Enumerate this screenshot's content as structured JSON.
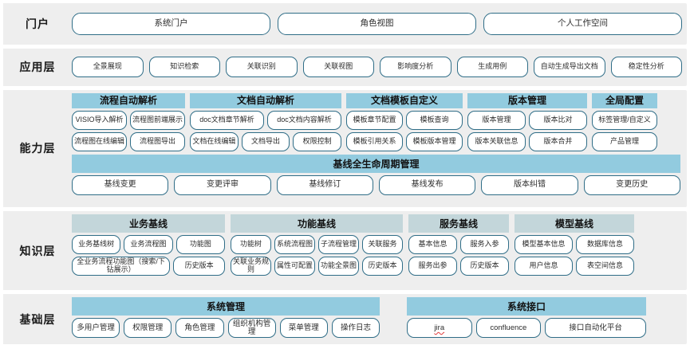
{
  "colors": {
    "band_strong": "#92cbdf",
    "band_soft": "#c3d6da",
    "pill_border": "#2f6d87",
    "layer_bg": "#eeeeee",
    "page_bg": "#ffffff"
  },
  "layers": [
    {
      "id": "portal",
      "label": "门户",
      "items": [
        "系统门户",
        "角色视图",
        "个人工作空间"
      ]
    },
    {
      "id": "application",
      "label": "应用层",
      "items": [
        "全景展现",
        "知识检索",
        "关联识别",
        "关联视图",
        "影响度分析",
        "生成用例",
        "自动生成导出文档",
        "稳定性分析"
      ]
    },
    {
      "id": "capability",
      "label": "能力层",
      "groups": [
        {
          "title": "流程自动解析",
          "rows": [
            [
              "VISIO导入解析",
              "流程图前端展示"
            ],
            [
              "流程图在线编辑",
              "流程图导出"
            ]
          ]
        },
        {
          "title": "文档自动解析",
          "rows": [
            [
              "doc文档章节解析",
              "doc文档内容解析"
            ],
            [
              "文档在线编辑",
              "文档导出",
              "权限控制"
            ]
          ]
        },
        {
          "title": "文档模板自定义",
          "rows": [
            [
              "模板章节配置",
              "模板查询"
            ],
            [
              "模板引用关系",
              "模板版本管理"
            ]
          ]
        },
        {
          "title": "版本管理",
          "rows": [
            [
              "版本管理",
              "版本比对"
            ],
            [
              "版本关联信息",
              "版本合并"
            ]
          ]
        },
        {
          "title": "全局配置",
          "rows": [
            [
              "标签管理/自定义"
            ],
            [
              "产品管理"
            ]
          ]
        }
      ],
      "baseline": {
        "title": "基线全生命周期管理",
        "items": [
          "基线变更",
          "变更评审",
          "基线修订",
          "基线发布",
          "版本纠错",
          "变更历史"
        ]
      }
    },
    {
      "id": "knowledge",
      "label": "知识层",
      "groups": [
        {
          "title": "业务基线",
          "rows": [
            [
              "业务基线树",
              "业务流程图",
              "功能图"
            ],
            [
              "全业务流程功能图（搜索/下钻展示）",
              "历史版本"
            ]
          ]
        },
        {
          "title": "功能基线",
          "rows": [
            [
              "功能树",
              "系统流程图",
              "子流程管理",
              "关联服务"
            ],
            [
              "关联业务规则",
              "属性可配置",
              "功能全景图",
              "历史版本"
            ]
          ]
        },
        {
          "title": "服务基线",
          "rows": [
            [
              "基本信息",
              "服务入参"
            ],
            [
              "服务出参",
              "历史版本"
            ]
          ]
        },
        {
          "title": "模型基线",
          "rows": [
            [
              "模型基本信息",
              "数据库信息"
            ],
            [
              "用户信息",
              "表空间信息"
            ]
          ]
        }
      ]
    },
    {
      "id": "foundation",
      "label": "基础层",
      "groups": [
        {
          "title": "系统管理",
          "rows": [
            [
              "多用户管理",
              "权限管理",
              "角色管理",
              "组织机构管理",
              "菜单管理",
              "操作日志"
            ]
          ]
        },
        {
          "title": "系统接口",
          "rows": [
            [
              "jira",
              "confluence",
              "接口自动化平台"
            ]
          ],
          "misspelled": [
            "jira"
          ]
        }
      ]
    }
  ]
}
